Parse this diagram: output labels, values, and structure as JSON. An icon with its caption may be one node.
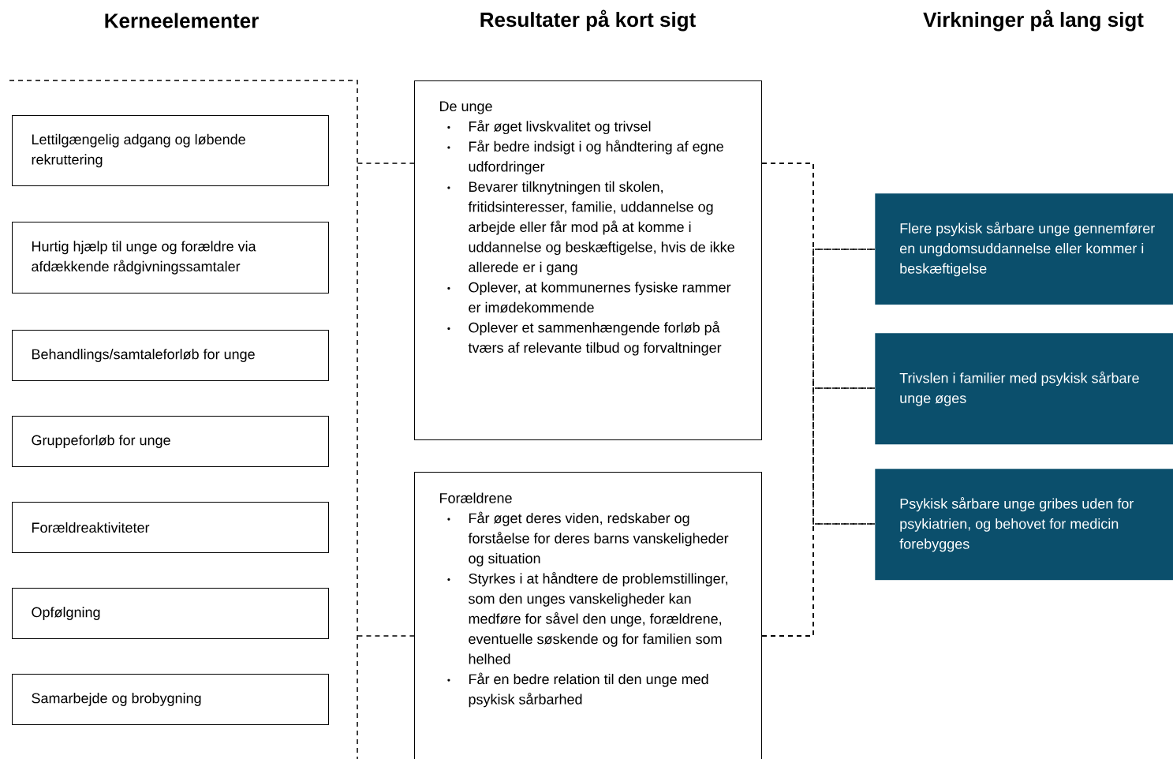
{
  "diagram": {
    "nodes": [
      {
        "text": [],
        "shape": "box"
      },
      {
        "text": [
          "Lettilgængelig adgang og løbende rekruttering"
        ],
        "in": 0
      },
      {
        "text": [
          "Hurtig hjælp til unge og forældre via afdækkende rådgivningssamtaler"
        ],
        "in": 0
      },
      {
        "text": [
          "Behandlings/samtaleforløb for unge"
        ],
        "in": 0
      },
      {
        "text": [
          "Gruppeforløb for unge"
        ],
        "in": 0
      },
      {
        "text": [
          "Forældreaktiviteter"
        ],
        "in": 0
      },
      {
        "text": [
          "Opfølgning"
        ],
        "in": 0
      },
      {
        "text": [
          "Samarbejde og brobygning"
        ],
        "in": 0
      },
      {
        "text": [
          "De unge",
          "Får øget livskvalitet og trivsel",
          "Får bedre indsigt i og håndtering af egne udfordringer",
          "Bevarer tilknytningen til skolen, fritidsinteresser, familie, uddannelse og arbejde eller får mod på at komme i uddannelse og beskæftigelse, hvis de ikke allerede er i gang",
          "Oplever, at kommunernes fysiske rammer er imødekommende",
          "Oplever et sammenhængende forløb på tværs af relevante tilbud og forvaltninger"
        ]
      },
      {
        "text": [
          "Forældrene",
          "Får øget deres viden, redskaber og forståelse for deres barns vanskeligheder og situation",
          "Styrkes i at håndtere de problemstillinger, som den unges vanskeligheder kan medføre for såvel den unge, forældrene, eventuelle søskende og for familien som helhed",
          "Får en bedre relation til den unge med psykisk sårbarhed"
        ]
      },
      {
        "text": [
          "Flere psykisk sårbare unge gennemfører en ungdomsuddannelse eller kommer i beskæftigelse"
        ]
      },
      {
        "text": [
          "Trivslen i familier med psykisk sårbare unge øges"
        ]
      },
      {
        "text": [
          "Psykisk sårbare unge gribes uden for psykiatrien, og behovet for medicin forebygges"
        ]
      }
    ],
    "edges": [
      {
        "from": 0,
        "to": 8,
        "arrow": "none",
        "style": "dashed"
      },
      {
        "from": 0,
        "to": 9,
        "arrow": "none",
        "style": "dashed"
      },
      {
        "from": 8,
        "to": 10,
        "arrow": "none",
        "style": "dashed"
      },
      {
        "from": 8,
        "to": 11,
        "arrow": "none",
        "style": "dashed"
      },
      {
        "from": 8,
        "to": 12,
        "arrow": "none",
        "style": "dashed"
      },
      {
        "from": 9,
        "to": 10,
        "arrow": "none",
        "style": "dashed"
      },
      {
        "from": 9,
        "to": 11,
        "arrow": "none",
        "style": "dashed"
      },
      {
        "from": 9,
        "to": 12,
        "arrow": "none",
        "style": "dashed"
      }
    ],
    "labels": [
      "Kerneelementer",
      "Resultater på kort sigt",
      "Virkninger på lang sigt"
    ]
  }
}
